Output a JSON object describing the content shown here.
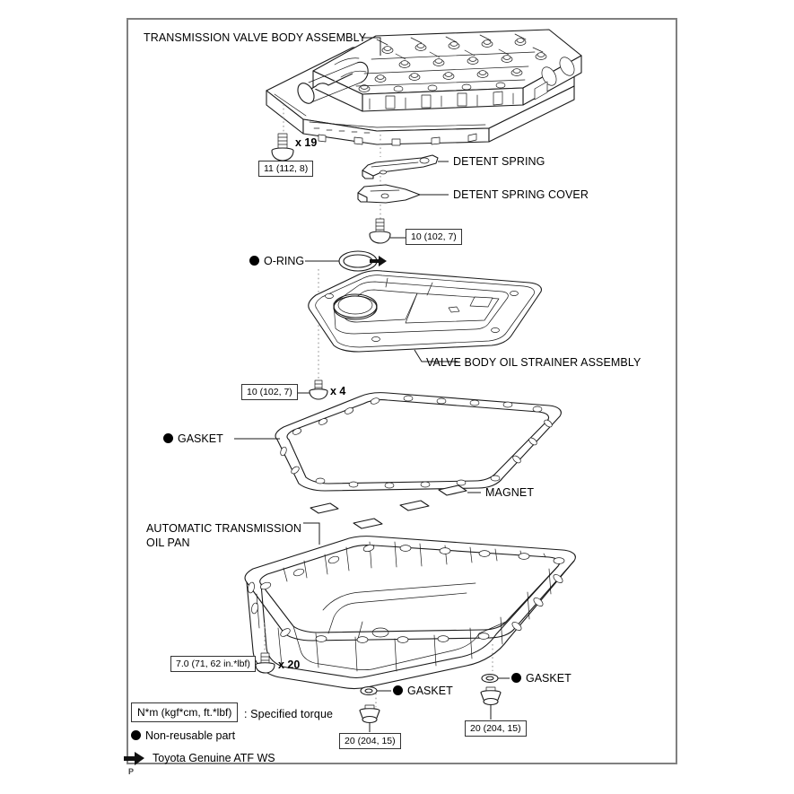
{
  "document": {
    "type": "exploded-parts-diagram",
    "page_mark": "P",
    "frame_border_color": "#808080"
  },
  "parts": [
    {
      "id": "valve-body",
      "label": "TRANSMISSION VALVE BODY ASSEMBLY"
    },
    {
      "id": "detent-spring",
      "label": "DETENT SPRING"
    },
    {
      "id": "detent-spring-cover",
      "label": "DETENT SPRING COVER"
    },
    {
      "id": "o-ring",
      "label": "O-RING",
      "non_reusable": true
    },
    {
      "id": "oil-strainer",
      "label": "VALVE BODY OIL STRAINER ASSEMBLY"
    },
    {
      "id": "pan-gasket",
      "label": "GASKET",
      "non_reusable": true
    },
    {
      "id": "magnet",
      "label": "MAGNET"
    },
    {
      "id": "oil-pan",
      "label": "AUTOMATIC TRANSMISSION\nOIL PAN"
    },
    {
      "id": "drain-gasket-left",
      "label": "GASKET",
      "non_reusable": true
    },
    {
      "id": "drain-gasket-right",
      "label": "GASKET",
      "non_reusable": true
    }
  ],
  "torque_specs": [
    {
      "id": "valve-body-bolts",
      "value": "11 (112, 8)",
      "quantity": "x 19"
    },
    {
      "id": "detent-cover-bolt",
      "value": "10 (102, 7)",
      "quantity": ""
    },
    {
      "id": "strainer-bolts",
      "value": "10 (102, 7)",
      "quantity": "x 4"
    },
    {
      "id": "oil-pan-bolts",
      "value": "7.0 (71, 62 in.*lbf)",
      "quantity": "x 20"
    },
    {
      "id": "drain-plug-left",
      "value": "20 (204, 15)",
      "quantity": ""
    },
    {
      "id": "drain-plug-right",
      "value": "20 (204, 15)",
      "quantity": ""
    }
  ],
  "legend": {
    "torque_unit_box": "N*m (kgf*cm, ft.*lbf)",
    "torque_unit_suffix": ": Specified torque",
    "non_reusable": "Non-reusable part",
    "fluid": "Toyota Genuine ATF WS"
  }
}
